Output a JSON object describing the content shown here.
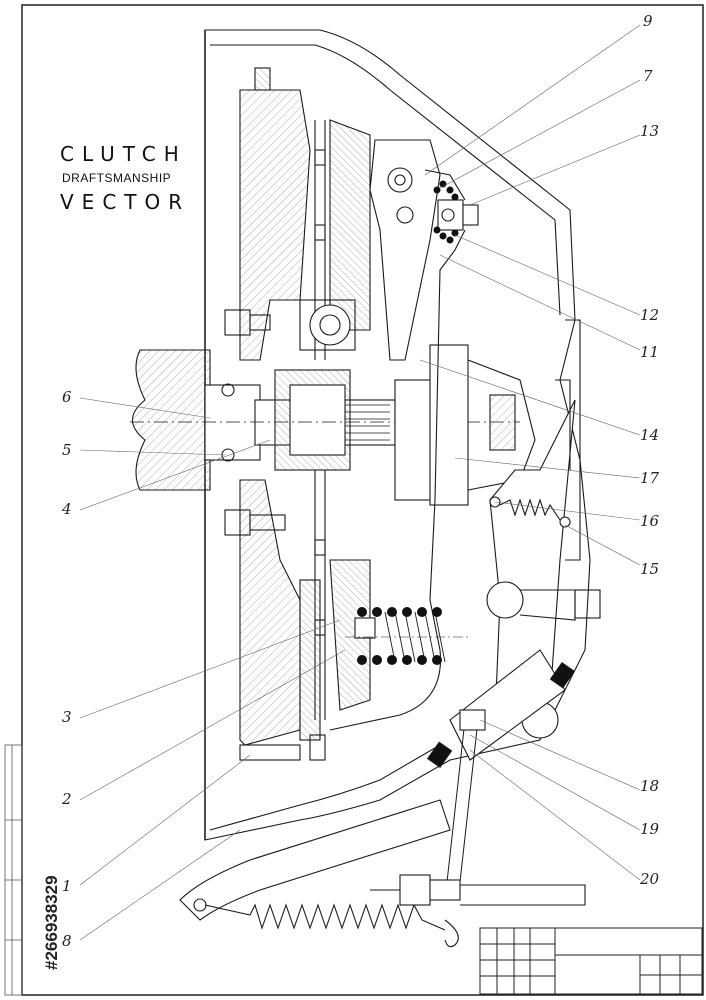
{
  "title": {
    "line1": "CLUTCH",
    "line2": "DRAFTSMANSHIP",
    "line3": "VECTOR"
  },
  "callouts": [
    "9",
    "7",
    "13",
    "12",
    "11",
    "6",
    "5",
    "4",
    "14",
    "17",
    "16",
    "15",
    "3",
    "2",
    "1",
    "8",
    "18",
    "19",
    "20"
  ],
  "stock_id": "#266938329",
  "colors": {
    "line": "#1a1a1a",
    "hatch": "#9a9a9a",
    "paper": "#ffffff"
  }
}
